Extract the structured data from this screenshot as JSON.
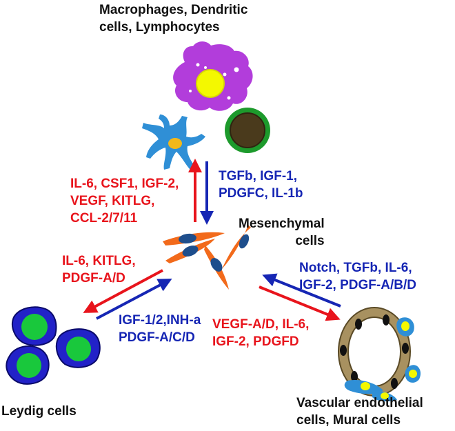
{
  "cells": {
    "immune": [
      "Macrophages, Dendritic",
      "cells, Lymphocytes"
    ],
    "mesenchymal": [
      "Mesenchymal",
      "cells"
    ],
    "leydig": [
      "Leydig cells"
    ],
    "vascular": [
      "Vascular endothelial",
      "cells, Mural cells"
    ]
  },
  "signals": {
    "mes_to_immune": [
      "IL-6, CSF1, IGF-2,",
      "VEGF, KITLG,",
      "CCL-2/7/11"
    ],
    "immune_to_mes": [
      "TGFb,  IGF-1,",
      "PDGFC, IL-1b"
    ],
    "mes_to_leydig": [
      "IL-6, KITLG,",
      "PDGF-A/D"
    ],
    "leydig_to_mes": [
      "IGF-1/2,INH-a",
      "PDGF-A/C/D"
    ],
    "vascular_to_mes": [
      "Notch, TGFb, IL-6,",
      "IGF-2, PDGF-A/B/D"
    ],
    "mes_to_vascular": [
      "VEGF-A/D, IL-6,",
      "IGF-2, PDGFD"
    ]
  },
  "colors": {
    "to_mesenchymal_arrow": "#1626b4",
    "from_mesenchymal_arrow": "#e8141c",
    "macrophage": "#b23ddb",
    "lymphocyte": "#1d9a2c",
    "dendritic": "#2f8fd6",
    "mesenchymal_cell": "#f26a1b",
    "leydig_cell": "#2222c8",
    "nucleus_green": "#19c83c",
    "vessel": "#a89160"
  }
}
